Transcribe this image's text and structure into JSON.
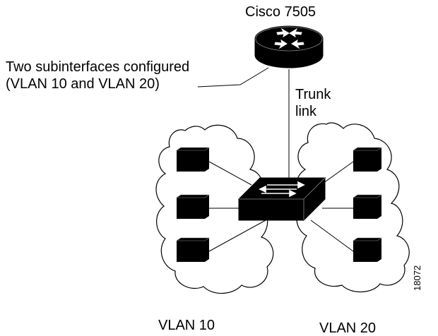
{
  "router": {
    "label": "Cisco 7505"
  },
  "subinterfaces": {
    "line1": "Two subinterfaces configured",
    "line2": "(VLAN 10 and VLAN 20)"
  },
  "trunk": {
    "line1": "Trunk",
    "line2": "link"
  },
  "vlans": [
    {
      "label": "VLAN 10",
      "hosts": 3
    },
    {
      "label": "VLAN 20",
      "hosts": 3
    }
  ],
  "figure_id": "18072",
  "colors": {
    "device": "#000000",
    "line": "#000000",
    "background": "#ffffff"
  }
}
